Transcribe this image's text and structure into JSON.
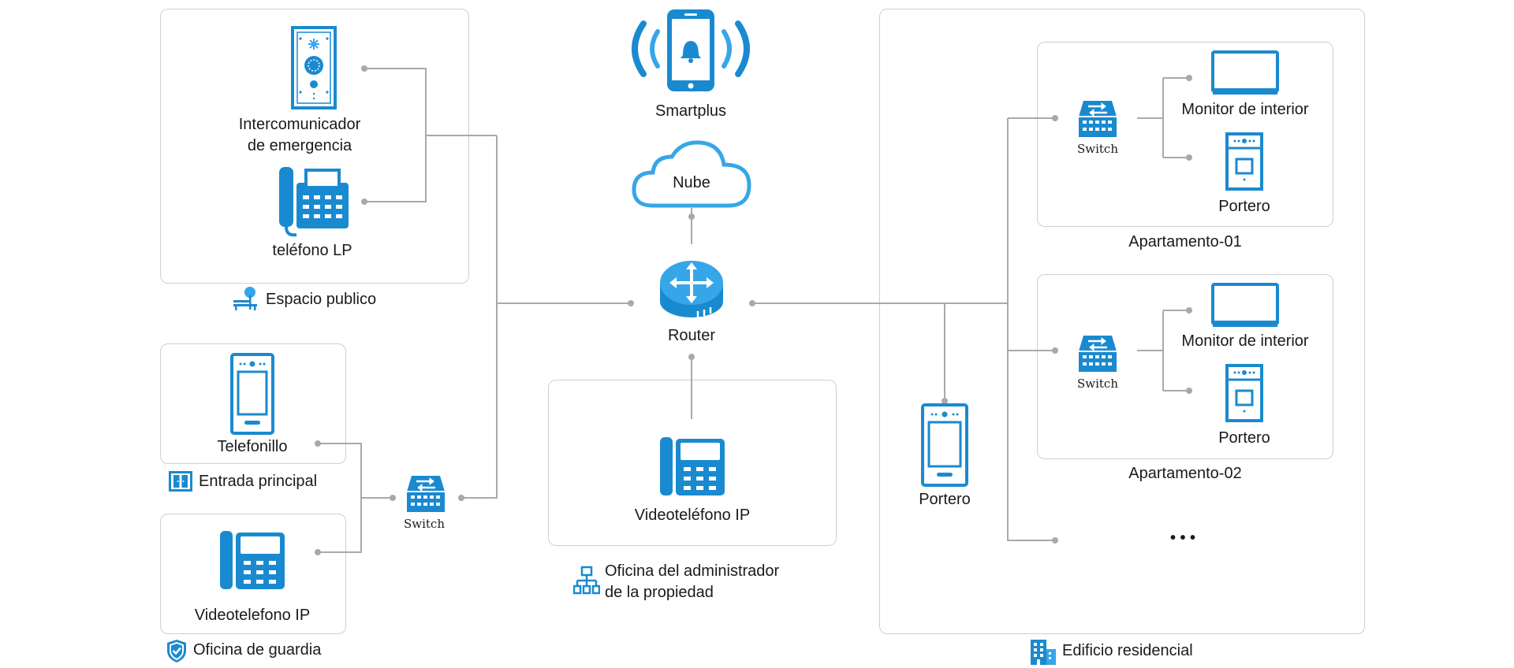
{
  "colors": {
    "accent": "#1a8ad0",
    "accent_light": "#37a6e8",
    "line": "#a9a9a9",
    "box_border": "#cfcfcf",
    "text": "#1a1a1a"
  },
  "top": {
    "smartplus": {
      "label": "Smartplus",
      "icon": "smartphone-bell-icon"
    },
    "cloud": {
      "label": "Nube",
      "icon": "cloud-icon"
    },
    "router": {
      "label": "Router",
      "icon": "router-icon"
    }
  },
  "public_space": {
    "group_label": "Espacio publico",
    "group_icon": "park-bench-icon",
    "emergency_intercom": {
      "label_line1": "Intercomunicador",
      "label_line2": "de emergencia",
      "icon": "emergency-intercom-icon"
    },
    "lp_phone": {
      "label": "teléfono LP",
      "icon": "fax-phone-icon"
    }
  },
  "main_entrance": {
    "group_label": "Entrada principal",
    "group_icon": "door-icon",
    "device": {
      "label": "Telefonillo",
      "icon": "door-station-icon"
    }
  },
  "guard_office": {
    "group_label": "Oficina de guardia",
    "group_icon": "shield-icon",
    "device": {
      "label": "Videotelefono IP",
      "icon": "ip-video-phone-icon"
    }
  },
  "left_switch": {
    "label": "Switch",
    "icon": "switch-icon"
  },
  "property_office": {
    "group_label_line1": "Oficina del administrador",
    "group_label_line2": "de la propiedad",
    "group_icon": "org-chart-icon",
    "device": {
      "label": "Videoteléfono IP",
      "icon": "ip-video-phone-icon"
    }
  },
  "residential": {
    "group_label": "Edificio residencial",
    "group_icon": "building-icon",
    "portero": {
      "label": "Portero",
      "icon": "door-station-icon"
    },
    "apartments": [
      {
        "name": "Apartamento-01",
        "switch_label": "Switch",
        "monitor_label": "Monitor de interior",
        "portero_label": "Portero"
      },
      {
        "name": "Apartamento-02",
        "switch_label": "Switch",
        "monitor_label": "Monitor de interior",
        "portero_label": "Portero"
      }
    ],
    "more": "• • •"
  }
}
